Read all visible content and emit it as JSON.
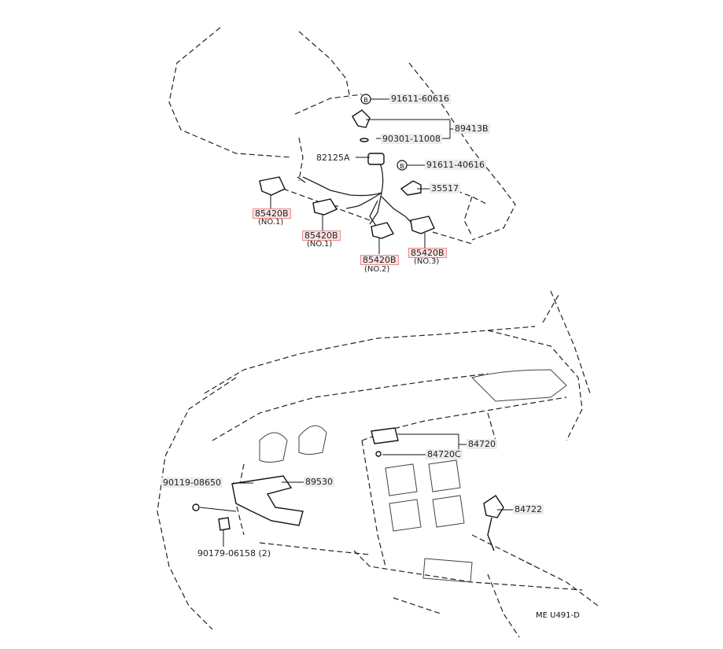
{
  "top_assembly": {
    "parts": [
      {
        "id": "91611-60616"
      },
      {
        "id": "89413B"
      },
      {
        "id": "90301-11008"
      },
      {
        "id": "82125A"
      },
      {
        "id": "91611-40616"
      },
      {
        "id": "35517"
      }
    ],
    "sensors": [
      {
        "id": "85420B",
        "sub": "(NO.1)"
      },
      {
        "id": "85420B",
        "sub": "(NO.1)"
      },
      {
        "id": "85420B",
        "sub": "(NO.2)"
      },
      {
        "id": "85420B",
        "sub": "(NO.3)"
      }
    ],
    "bolt_marker": "B"
  },
  "bottom_assembly": {
    "parts": [
      {
        "id": "84720"
      },
      {
        "id": "84720C"
      },
      {
        "id": "90119-08650"
      },
      {
        "id": "89530"
      },
      {
        "id": "84722"
      },
      {
        "id": "90179-06158 (2)"
      }
    ]
  },
  "diagram_code": "ME  U491-D"
}
